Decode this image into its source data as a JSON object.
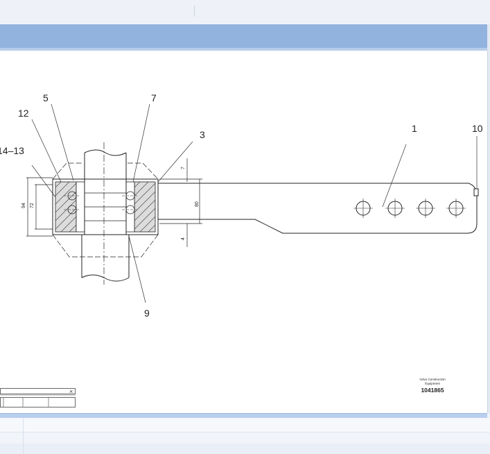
{
  "drawing": {
    "callouts": {
      "c5": "5",
      "c7": "7",
      "c12": "12",
      "c14_13": "14–13",
      "c3": "3",
      "c1": "1",
      "c10": "10",
      "c9": "9"
    },
    "dims": {
      "d94": "94",
      "d72": "72",
      "d80": "80",
      "d7": "7",
      "d4": "4"
    },
    "titleblock": {
      "company_line1": "Volvo Construction",
      "company_line2": "Equipment",
      "number": "1041865"
    }
  },
  "mini_toolbar": {
    "close_glyph": "×"
  },
  "colors": {
    "header_blue": "#93b3df",
    "bottom_blue": "#b9cfee"
  }
}
